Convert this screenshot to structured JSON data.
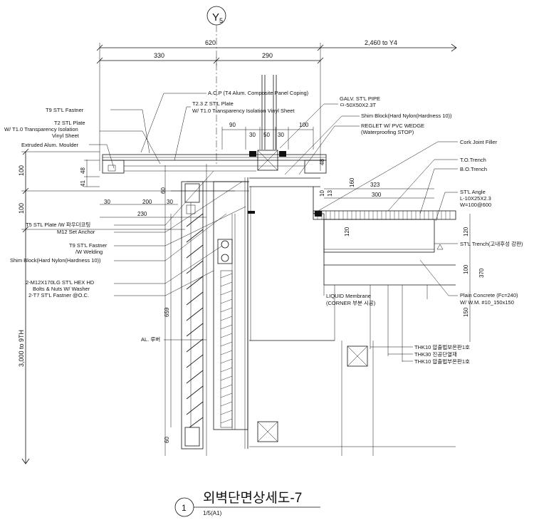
{
  "grid": {
    "bubble": "Y",
    "sub": "5"
  },
  "top_dims": {
    "total": "620",
    "left": "330",
    "right": "290",
    "to_next": "2,460 to Y4"
  },
  "small_dims": {
    "a": "90",
    "b": "30",
    "c": "50",
    "d": "30",
    "e": "100"
  },
  "detail_dims": {
    "v48": "48",
    "v41": "41",
    "v60a": "60",
    "h30a": "30",
    "h30b": "30",
    "h200": "200",
    "h230": "230",
    "d48b": "48",
    "d10": "10",
    "d160": "160",
    "d323": "323",
    "d300": "300",
    "d13": "13",
    "d120": "120",
    "d100": "100",
    "d370": "370",
    "d150": "150",
    "v659": "659",
    "v60b": "60"
  },
  "left_dims": {
    "d1": "100",
    "d2": "100",
    "floor": "3,000 to 9TH"
  },
  "labels_left": [
    "T9 ST'L Fastner",
    "T2 STL Plate",
    "W/ T1.0 Transparency Isolation",
    "Vinyl Sheet",
    "Extruded Alum. Moulder",
    "T5 STL Plate /W 파우더코팅",
    "M12 Set Anchor",
    "T9 ST'L Fastner",
    "/W Welding",
    "Shim Block(Hard Nylon(Hardness 10))",
    "2-M12X170LG ST'L HEX HD",
    "Bolts & Nuts W/ Washer",
    "2-T7 ST'L Fastner @O.C.",
    "AL. 루버"
  ],
  "labels_top": [
    "A.C.P (T4 Alum. Composite Panel Coping)",
    "T2.3 Z ST'L Plate",
    "W/ T1.0 Transparency Isolation Vinyl Sheet",
    "GALV. ST'L PIPE",
    "ㅁ-50X50X2.3T",
    "Shim Block(Hard Nylon(Hardness 10))",
    "REGLET W/ PVC WEDGE",
    "(Waterproofing STOP)"
  ],
  "labels_right": [
    "Cork Joint Filler",
    "T.O.Trench",
    "B.O.Trench",
    "ST'L Angle",
    "L-10X25X2.3",
    "W=100@600",
    "ST'L Trench(고내후성 강판)",
    "Plain Concrete (Fc=240)",
    "W/ W.M. #10_150x150",
    "LIQUID Membrane",
    "(CORNER 부분 시공)",
    "THK10 압출법보온판1호",
    "THK30 진공단열재",
    "THK10 압출법부온판1호"
  ],
  "title": {
    "number": "1",
    "text": "외벽단면상세도-7",
    "scale": "1/5(A1)"
  },
  "colors": {
    "ink": "#111111",
    "background": "#ffffff"
  }
}
